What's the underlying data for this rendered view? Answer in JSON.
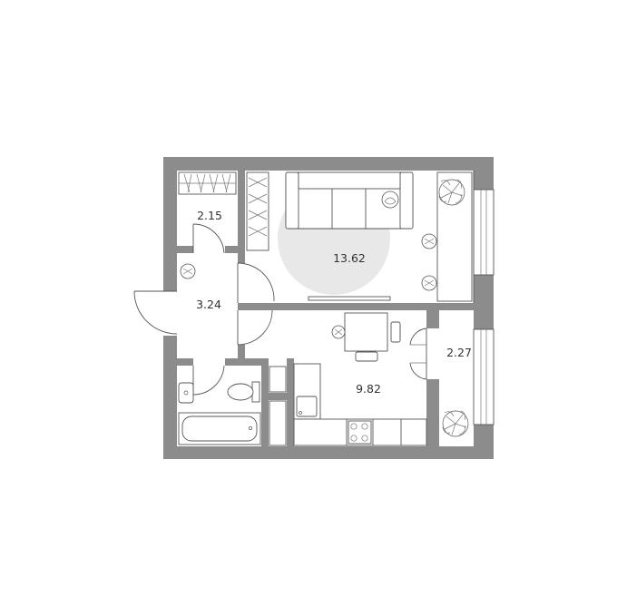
{
  "floor_plan": {
    "rooms": [
      {
        "id": "wardrobe",
        "area": "2.15"
      },
      {
        "id": "hallway",
        "area": "3.24"
      },
      {
        "id": "living-room",
        "area": "13.62"
      },
      {
        "id": "kitchen",
        "area": "9.82"
      },
      {
        "id": "balcony",
        "area": "2.27"
      }
    ],
    "colors": {
      "wall": "#8c8c8c",
      "line": "#555555",
      "highlight": "#e8e8e8",
      "text": "#333333"
    }
  }
}
